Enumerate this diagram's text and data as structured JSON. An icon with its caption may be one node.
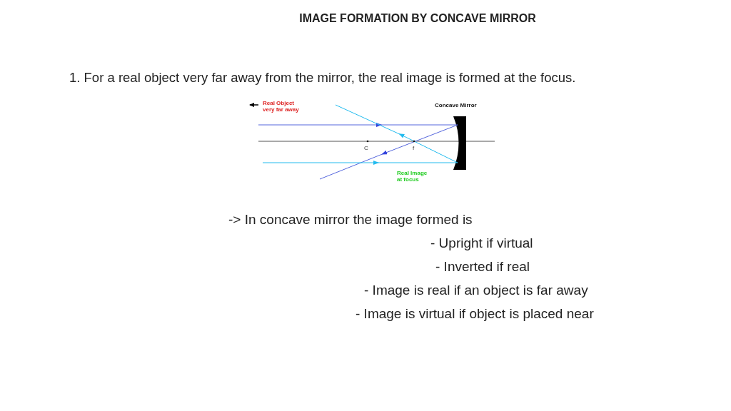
{
  "diagram": {
    "title": "IMAGE FORMATION BY CONCAVE MIRROR",
    "labels": [
      "1.  For a real object very far away from the mirror, the real image is formed at the focus.",
      "Real Object very far away",
      "Concave Mirror",
      "C",
      "f",
      "Real Image at focus",
      "-> In concave mirror the image formed is",
      "- Upright if virtual",
      "- Inverted if real",
      "- Image is real if an object is far away",
      "- Image is virtual if object is placed near"
    ]
  }
}
